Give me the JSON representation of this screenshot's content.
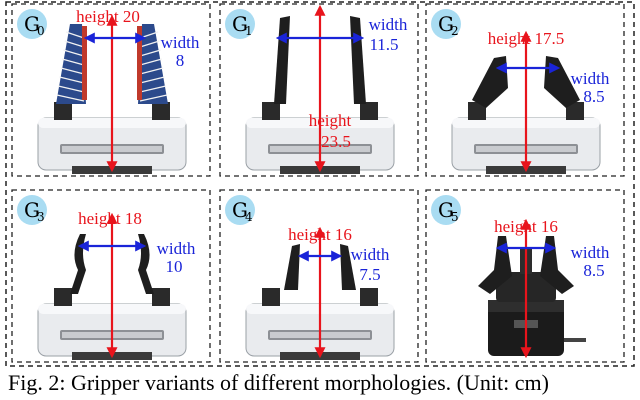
{
  "caption": "Fig. 2: Gripper variants of different morphologies. (Unit: cm)",
  "colors": {
    "height": "#e8141c",
    "width": "#1a24d8",
    "badge": "#a9dcf2",
    "border": "#222222"
  },
  "panels": [
    {
      "id": "G0",
      "label_letter": "G",
      "label_sub": "0",
      "height_label": "height 20",
      "width_label": "width",
      "width_value": "8",
      "finger": "serrated"
    },
    {
      "id": "G1",
      "label_letter": "G",
      "label_sub": "1",
      "height_label": "height",
      "height_value": "23.5",
      "width_label": "width",
      "width_value": "11.5",
      "finger": "long"
    },
    {
      "id": "G2",
      "label_letter": "G",
      "label_sub": "2",
      "height_label": "height 17.5",
      "width_label": "width",
      "width_value": "8.5",
      "finger": "jaw"
    },
    {
      "id": "G3",
      "label_letter": "G",
      "label_sub": "3",
      "height_label": "height 18",
      "width_label": "width",
      "width_value": "10",
      "finger": "curved"
    },
    {
      "id": "G4",
      "label_letter": "G",
      "label_sub": "4",
      "height_label": "height 16",
      "width_label": "width",
      "width_value": "7.5",
      "finger": "short"
    },
    {
      "id": "G5",
      "label_letter": "G",
      "label_sub": "5",
      "height_label": "height 16",
      "width_label": "width",
      "width_value": "8.5",
      "finger": "robotiq"
    }
  ]
}
